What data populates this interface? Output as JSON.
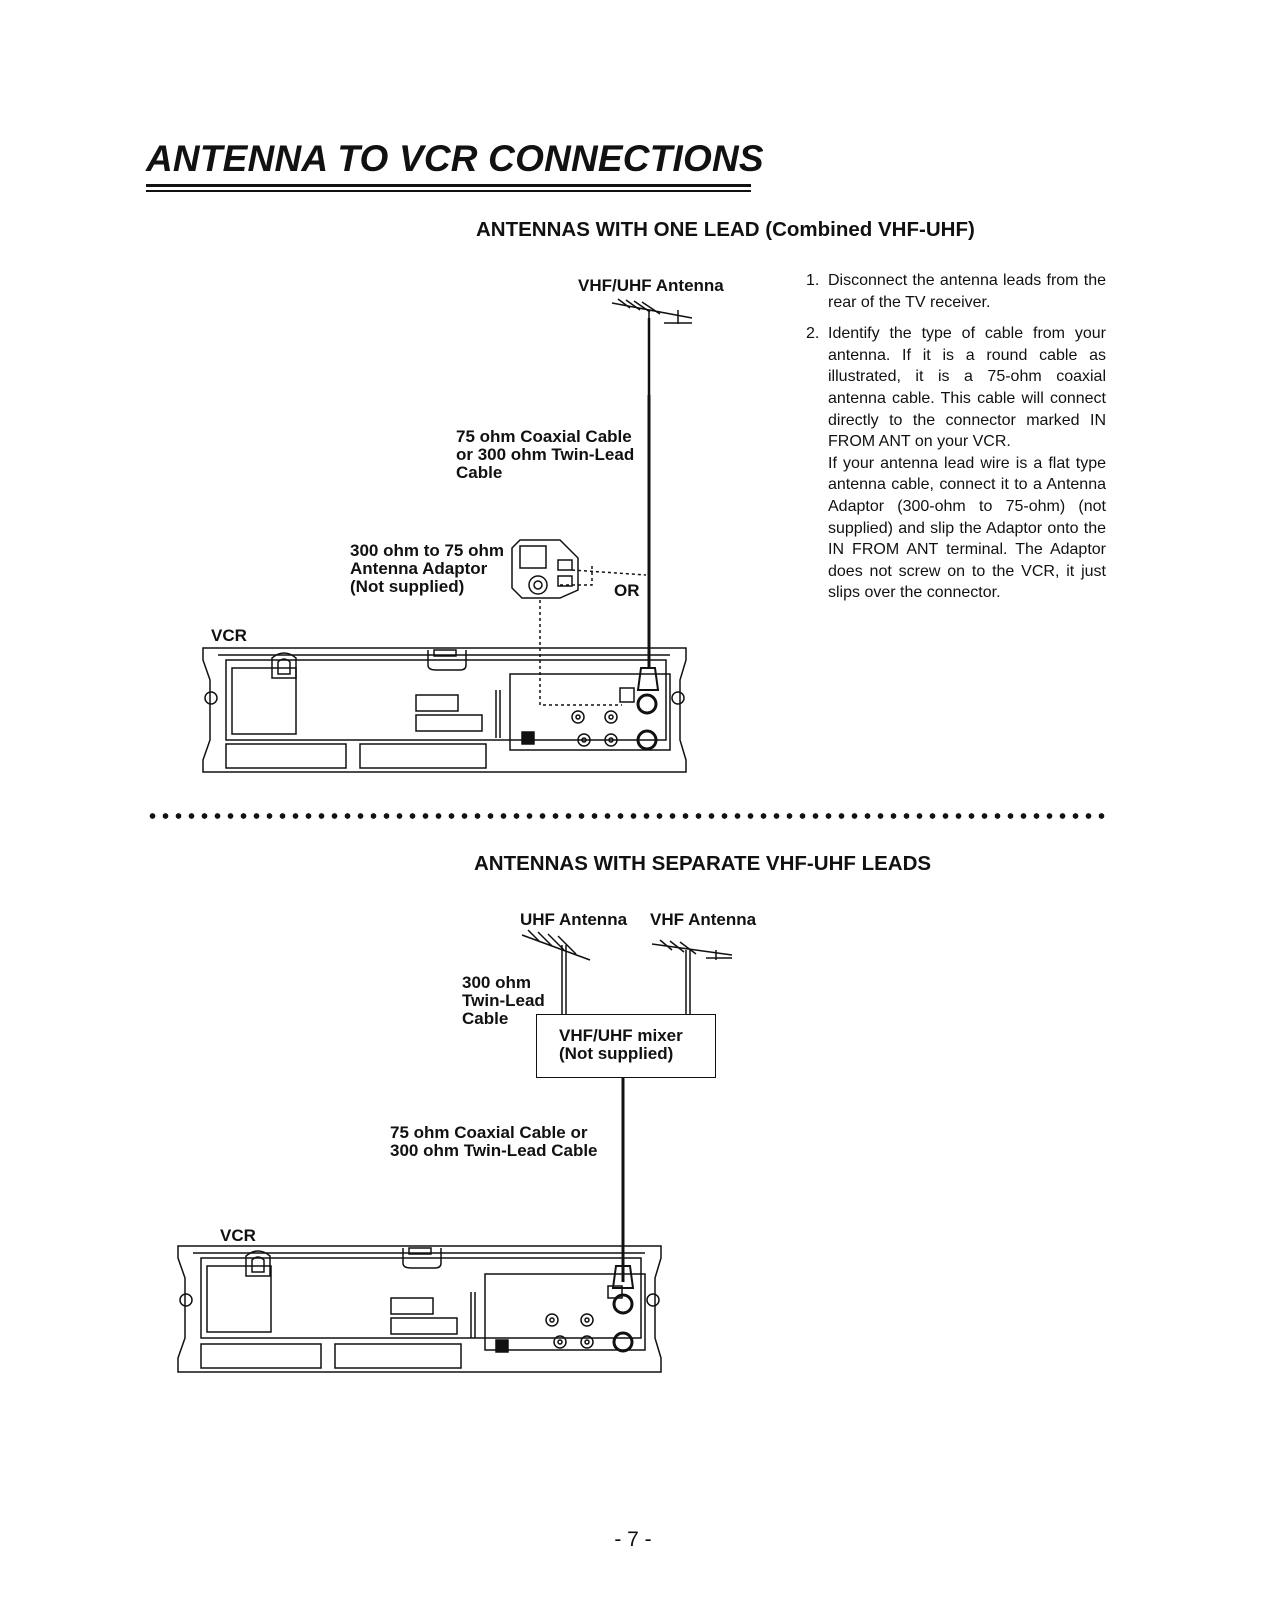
{
  "page": {
    "title": "ANTENNA TO VCR CONNECTIONS",
    "page_number": "- 7 -"
  },
  "section1": {
    "heading": "ANTENNAS WITH ONE LEAD (Combined VHF-UHF)",
    "antenna_label": "VHF/UHF Antenna",
    "cable_label": [
      "75 ohm Coaxial Cable",
      "or 300 ohm Twin-Lead",
      "Cable"
    ],
    "adaptor_label": [
      "300 ohm to 75 ohm",
      "Antenna Adaptor",
      "(Not supplied)"
    ],
    "or_label": "OR",
    "vcr_label": "VCR"
  },
  "steps": [
    {
      "num": "1.",
      "paragraphs": [
        "Disconnect the antenna leads from the rear of the TV receiver."
      ]
    },
    {
      "num": "2.",
      "paragraphs": [
        "Identify the type of cable from your antenna. If it is a round cable as illustrated, it is a 75-ohm coaxial antenna cable. This cable will connect directly to the connector marked IN FROM ANT on your VCR.",
        "If your antenna lead wire is a flat type antenna cable, connect it to a Antenna Adaptor (300-ohm to 75-ohm) (not supplied) and slip the Adaptor onto the IN FROM ANT terminal. The Adaptor does not screw on to the VCR, it just slips over the connector."
      ]
    }
  ],
  "section2": {
    "heading": "ANTENNAS WITH SEPARATE VHF-UHF LEADS",
    "uhf_label": "UHF Antenna",
    "vhf_label": "VHF Antenna",
    "twinlead_label": [
      "300 ohm",
      "Twin-Lead",
      "Cable"
    ],
    "mixer_label": [
      "VHF/UHF mixer",
      "(Not supplied)"
    ],
    "coax_label": [
      "75 ohm Coaxial Cable or",
      "300 ohm Twin-Lead Cable"
    ],
    "vcr_label": "VCR"
  },
  "colors": {
    "ink": "#111111",
    "paper": "#ffffff"
  }
}
